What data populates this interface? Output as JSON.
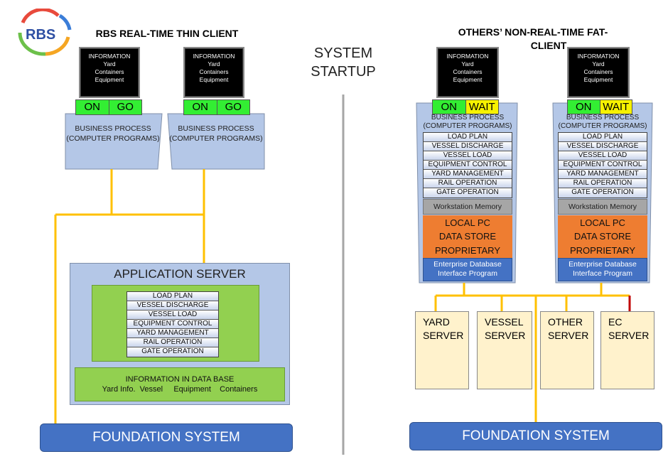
{
  "logo": {
    "text": "RBS"
  },
  "left": {
    "title": "RBS REAL-TIME THIN CLIENT",
    "clients": [
      {
        "monitor": [
          "INFORMATION",
          "Yard",
          "Containers",
          "Equipment"
        ],
        "status_on": "ON",
        "status_state": "GO",
        "process": [
          "BUSINESS PROCESS",
          "(COMPUTER PROGRAMS)"
        ]
      },
      {
        "monitor": [
          "INFORMATION",
          "Yard",
          "Containers",
          "Equipment"
        ],
        "status_on": "ON",
        "status_state": "GO",
        "process": [
          "BUSINESS PROCESS",
          "(COMPUTER PROGRAMS)"
        ]
      }
    ],
    "app_server": {
      "title": "APPLICATION SERVER",
      "modules": [
        "LOAD PLAN",
        "VESSEL DISCHARGE",
        "VESSEL LOAD",
        "EQUIPMENT CONTROL",
        "YARD MANAGEMENT",
        "RAIL OPERATION",
        "GATE OPERATION"
      ],
      "database_title": "INFORMATION IN DATA BASE",
      "database_items": "Yard Info.  Vessel     Equipment    Containers"
    },
    "foundation": "FOUNDATION SYSTEM"
  },
  "center": {
    "line1": "SYSTEM",
    "line2": "STARTUP"
  },
  "right": {
    "title_line1": "OTHERS’ NON-REAL-TIME FAT-",
    "title_line2": "CLIENT",
    "clients": [
      {
        "monitor": [
          "INFORMATION",
          "Yard",
          "Containers",
          "Equipment"
        ],
        "status_on": "ON",
        "status_state": "WAIT",
        "process": [
          "BUSINESS PROCESS",
          "(COMPUTER PROGRAMS)"
        ],
        "modules": [
          "LOAD PLAN",
          "VESSEL DISCHARGE",
          "VESSEL LOAD",
          "EQUIPMENT CONTROL",
          "YARD MANAGEMENT",
          "RAIL OPERATION",
          "GATE OPERATION"
        ],
        "memory": "Workstation Memory",
        "local": [
          "LOCAL PC",
          "DATA STORE",
          "PROPRIETARY"
        ],
        "enterprise": [
          "Enterprise Database",
          "Interface Program"
        ]
      },
      {
        "monitor": [
          "INFORMATION",
          "Yard",
          "Containers",
          "Equipment"
        ],
        "status_on": "ON",
        "status_state": "WAIT",
        "process": [
          "BUSINESS PROCESS",
          "(COMPUTER PROGRAMS)"
        ],
        "modules": [
          "LOAD PLAN",
          "VESSEL DISCHARGE",
          "VESSEL LOAD",
          "EQUIPMENT CONTROL",
          "YARD MANAGEMENT",
          "RAIL OPERATION",
          "GATE OPERATION"
        ],
        "memory": "Workstation Memory",
        "local": [
          "LOCAL PC",
          "DATA STORE",
          "PROPRIETARY"
        ],
        "enterprise": [
          "Enterprise Database",
          "Interface Program"
        ]
      }
    ],
    "servers": [
      {
        "line1": "YARD",
        "line2": "SERVER"
      },
      {
        "line1": "VESSEL",
        "line2": "SERVER"
      },
      {
        "line1": "OTHER",
        "line2": "SERVER"
      },
      {
        "line1": "EC",
        "line2": "SERVER"
      }
    ],
    "foundation": "FOUNDATION SYSTEM"
  },
  "colors": {
    "connector": "#ffc000",
    "ec_connector": "#c00000",
    "divider": "#a6a6a6"
  }
}
